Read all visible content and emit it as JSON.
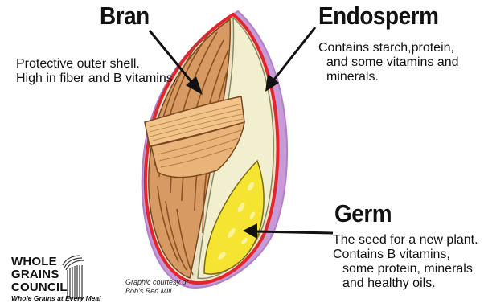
{
  "labels": {
    "bran": {
      "title": "Bran",
      "lines": [
        "Protective outer shell.",
        "High in fiber and B vitamins."
      ]
    },
    "endosperm": {
      "title": "Endosperm",
      "lines": [
        "Contains starch,protein,",
        "and some vitamins and",
        "minerals."
      ]
    },
    "germ": {
      "title": "Germ",
      "lines": [
        "The seed for a new plant.",
        "Contains B vitamins,",
        "some protein, minerals",
        "and healthy oils."
      ]
    }
  },
  "logo": {
    "line1": "WHOLE",
    "line2": "GRAINS",
    "line3": "COUNCIL",
    "tagline": "Whole Grains at Every Meal"
  },
  "credit": {
    "line1": "Graphic courtesy of",
    "line2": "Bob's Red Mill."
  },
  "colors": {
    "outline_red": "#e3262c",
    "purple_rim": "#c79ad8",
    "bran": "#d79a62",
    "bran_stripes": "#8a5224",
    "endosperm": "#f2efd0",
    "germ": "#f6e432",
    "arrow": "#111111"
  }
}
